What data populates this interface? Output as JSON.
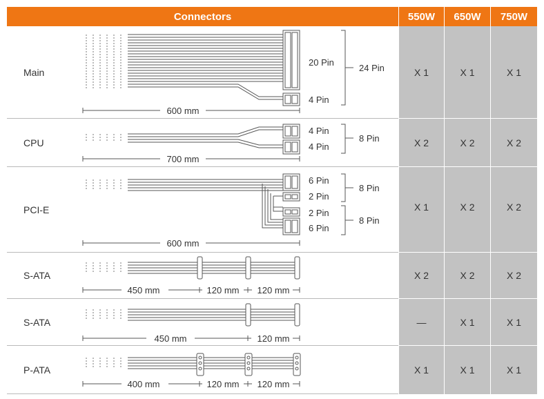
{
  "header": {
    "connectors": "Connectors",
    "models": [
      "550W",
      "650W",
      "750W"
    ]
  },
  "colors": {
    "header_bg": "#ef7614",
    "cell_bg": "#c2c2c2",
    "wire": "#555555"
  },
  "rows": [
    {
      "name": "Main",
      "cable_length": "600 mm",
      "pin_groups": [
        "20 Pin",
        "4 Pin"
      ],
      "total_pin": "24 Pin",
      "quantities": [
        "X 1",
        "X 1",
        "X 1"
      ]
    },
    {
      "name": "CPU",
      "cable_length": "700 mm",
      "pin_groups": [
        "4 Pin",
        "4 Pin"
      ],
      "total_pin": "8 Pin",
      "quantities": [
        "X 2",
        "X 2",
        "X 2"
      ]
    },
    {
      "name": "PCI-E",
      "cable_length": "600 mm",
      "pin_groups": [
        "6 Pin",
        "2 Pin",
        "2 Pin",
        "6 Pin"
      ],
      "total_pins": [
        "8 Pin",
        "8 Pin"
      ],
      "quantities": [
        "X 1",
        "X 2",
        "X 2"
      ]
    },
    {
      "name": "S-ATA",
      "segments": [
        "450 mm",
        "120 mm",
        "120 mm"
      ],
      "quantities": [
        "X 2",
        "X 2",
        "X 2"
      ]
    },
    {
      "name": "S-ATA",
      "segments": [
        "450 mm",
        "120 mm"
      ],
      "quantities": [
        "—",
        "X 1",
        "X 1"
      ]
    },
    {
      "name": "P-ATA",
      "segments": [
        "400 mm",
        "120 mm",
        "120 mm"
      ],
      "quantities": [
        "X 1",
        "X 1",
        "X 1"
      ]
    }
  ]
}
